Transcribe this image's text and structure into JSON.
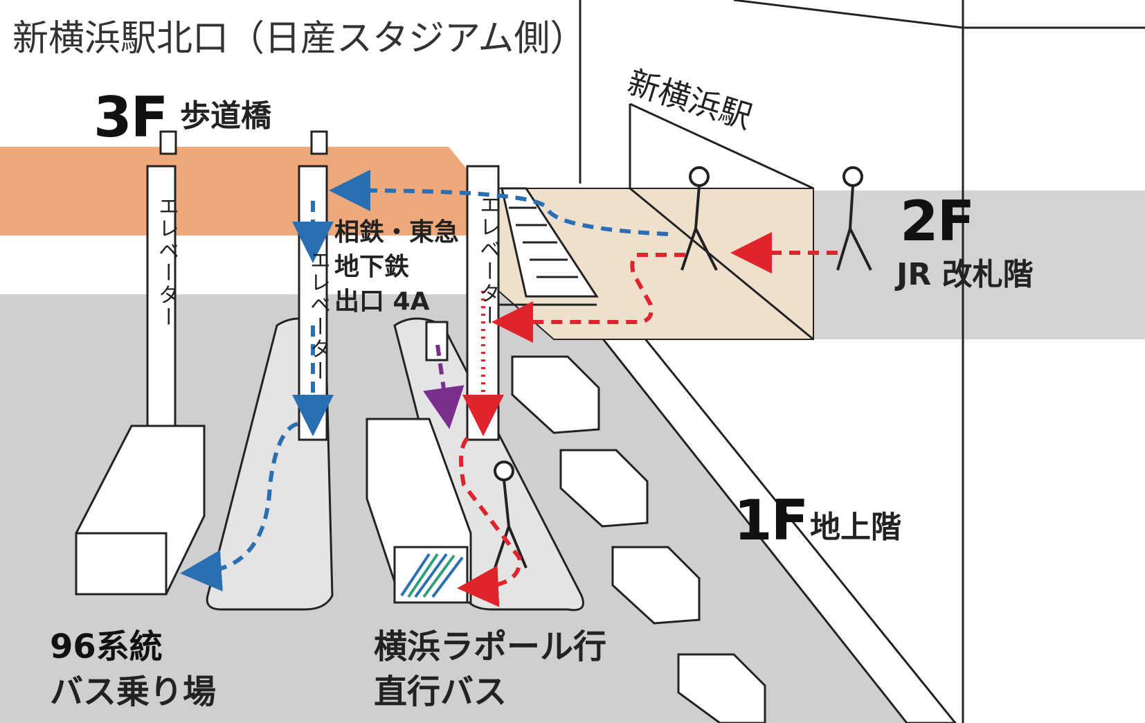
{
  "title": "新横浜駅北口（日産スタジアム側）",
  "station_name": "新横浜駅",
  "floors": {
    "f3": {
      "level": "3F",
      "name": "歩道橋"
    },
    "f2": {
      "level": "2F",
      "name": "JR 改札階"
    },
    "f1": {
      "level": "1F",
      "name": "地上階"
    }
  },
  "elevator_label": "エレベーター",
  "subway_exit": {
    "line1": "相鉄・東急",
    "line2": "地下鉄",
    "line3": "出口 4A"
  },
  "bus96": {
    "line1": "96系統",
    "line2": "バス乗り場"
  },
  "direct_bus": {
    "line1": "横浜ラポール行",
    "line2": "直行バス"
  },
  "colors": {
    "bridge": "#efa87a",
    "ground": "#cfcfcf",
    "island": "#e4e4e4",
    "concourse": "#efe0cd",
    "route_blue": "#2b6fb3",
    "route_red": "#e0242c",
    "route_purple": "#7a2f8f"
  }
}
